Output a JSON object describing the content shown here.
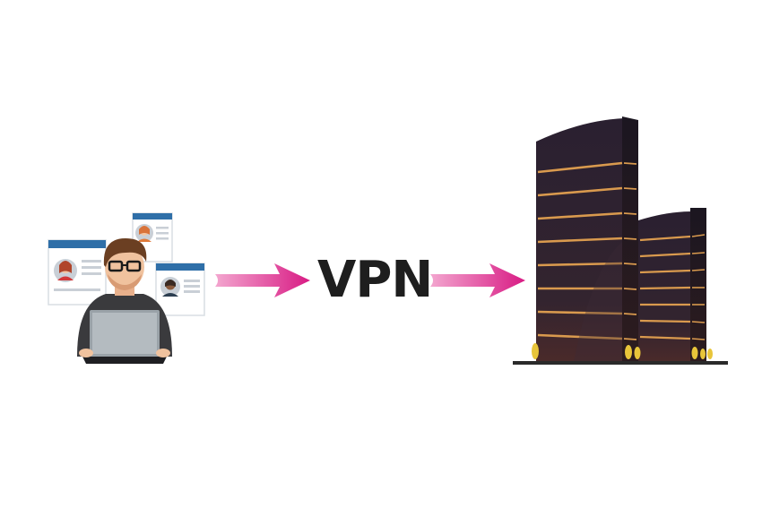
{
  "diagram": {
    "label": "VPN",
    "nodes": [
      {
        "id": "remote-user",
        "icon": "user-at-laptop-icon"
      },
      {
        "id": "vpn",
        "icon": "vpn-text"
      },
      {
        "id": "corporate-server",
        "icon": "office-building-icon"
      }
    ],
    "edges": [
      {
        "from": "remote-user",
        "to": "vpn"
      },
      {
        "from": "vpn",
        "to": "corporate-server"
      }
    ]
  },
  "colors": {
    "arrow": "#d81b84",
    "building": "#2e2233",
    "building_stripe": "#d99a4e",
    "text": "#1e1e1e",
    "card_header": "#2f6fa8"
  }
}
